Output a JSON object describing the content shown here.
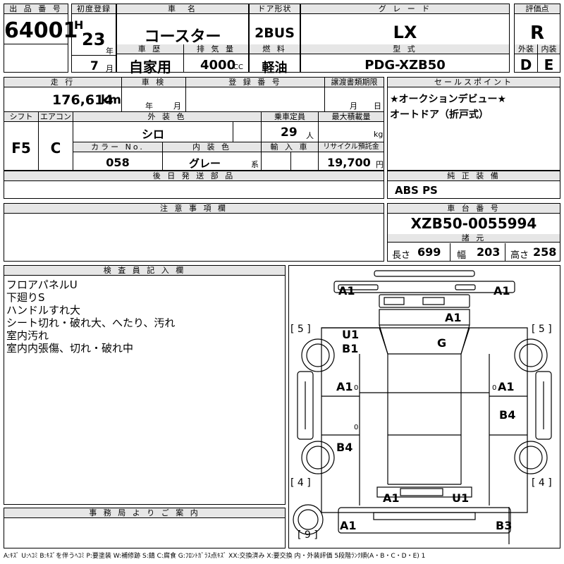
{
  "header": {
    "lot_label": "出 品 番 号",
    "lot_number": "64001",
    "first_reg_label": "初度登録",
    "era": "H",
    "year": "23",
    "year_unit": "年",
    "month": "7",
    "month_unit": "月",
    "car_name_label": "車　名",
    "car_name": "コースター",
    "door_label": "ドア形状",
    "door": "2BUS",
    "grade_label": "グ レ ー ド",
    "grade": "LX",
    "score_label": "評価点",
    "score": "R",
    "history_label": "車 歴",
    "history": "自家用",
    "displacement_label": "排 気 量",
    "displacement": "4000",
    "displacement_unit": "CC",
    "fuel_label": "燃 料",
    "fuel": "軽油",
    "model_label": "型 式",
    "model": "PDG-XZB50",
    "exterior_label": "外装",
    "exterior": "D",
    "interior_label": "内装",
    "interior": "E"
  },
  "row2": {
    "mileage_label": "走 行",
    "mileage": "176,614",
    "mileage_unit": "km",
    "inspection_label": "車 検",
    "inspection_year_unit": "年",
    "inspection_month_unit": "月",
    "reg_no_label": "登 録 番 号",
    "transfer_label": "譲渡書類期限",
    "transfer_month_unit": "月",
    "transfer_day_unit": "日",
    "shift_label": "シフト",
    "shift": "F5",
    "ac_label": "エアコン",
    "ac": "C",
    "ext_color_label": "外 装 色",
    "ext_color": "シロ",
    "capacity_label": "乗車定員",
    "capacity": "29",
    "capacity_unit": "人",
    "max_load_label": "最大積載量",
    "max_load_unit": "kg",
    "color_no_label": "カラー No.",
    "color_no": "058",
    "int_color_label": "内 装 色",
    "int_color": "グレー",
    "int_color_unit": "系",
    "import_label": "輸 入 車",
    "recycle_label": "リサイクル預託金",
    "recycle": "19,700",
    "recycle_unit": "円",
    "delivery_label": "後 日 発 送 部 品",
    "notes_label": "注 意 事 項 欄",
    "office_label": "事 務 局 よ り ご 案 内"
  },
  "sales": {
    "label": "セールスポイント",
    "lines": [
      "★オークションデビュー★",
      "オートドア（折戸式）"
    ]
  },
  "equipment": {
    "label": "純 正 装 備",
    "value": "ABS PS"
  },
  "chassis": {
    "label": "車 台 番 号",
    "value": "XZB50-0055994",
    "dims_label": "諸 元",
    "length_label": "長さ",
    "length": "699",
    "width_label": "幅",
    "width": "203",
    "height_label": "高さ",
    "height": "258"
  },
  "inspector": {
    "label": "検 査 員 記 入 欄",
    "lines": [
      "フロアパネルU",
      "下廻りS",
      "ハンドルすれ大",
      "シート切れ・破れ大、へたり、汚れ",
      "室内汚れ",
      "室内内張傷、切れ・破れ中"
    ]
  },
  "diagram": {
    "marks": [
      "A1",
      "A1",
      "A1",
      "U1",
      "B1",
      "G",
      "A1",
      "A1",
      "B4",
      "B4",
      "A1",
      "U1",
      "A1",
      "B3"
    ],
    "tires": [
      "[ 5 ]",
      "[ 5 ]",
      "[ 4 ]",
      "[ 4 ]",
      "[ 9 ]"
    ],
    "small_zero": "0"
  },
  "legend": "A:ｷｽﾞ U:ﾍｺﾐ B:ｷｽﾞを伴うﾍｺﾐ P:要塗装 W:補修跡 S:錆 C:腐食 G:ﾌﾛﾝﾄｶﾞﾗｽ点ｷｽﾞ XX:交換済み X:要交換 内・外装評価 5段階ﾗﾝｸ順(A・B・C・D・E) 1"
}
